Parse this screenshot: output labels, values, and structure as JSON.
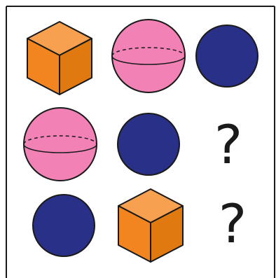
{
  "puzzle": {
    "colors": {
      "cube_front": "#F2851F",
      "cube_top": "#F6A050",
      "cube_side": "#E07A10",
      "sphere": "#F282B6",
      "circle": "#283088",
      "outline": "#1a1a1a"
    },
    "grid": [
      [
        "cube",
        "sphere",
        "circle"
      ],
      [
        "sphere",
        "circle",
        "unknown"
      ],
      [
        "circle",
        "cube",
        "unknown"
      ]
    ],
    "unknown_symbol": "?"
  }
}
